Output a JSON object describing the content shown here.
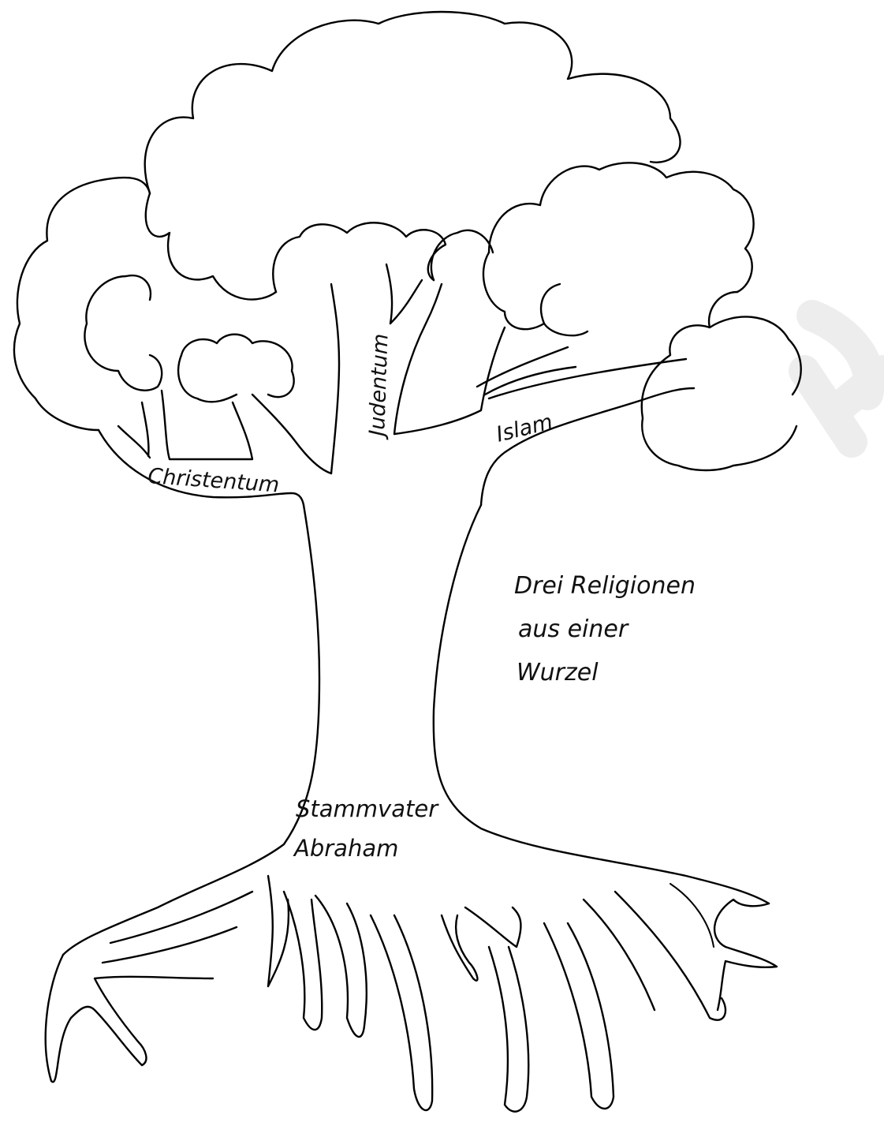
{
  "drawing": {
    "style": "black ink line drawing on white",
    "ink_color": "#000000",
    "background_color": "#ffffff"
  },
  "labels": {
    "christentum": "Christentum",
    "judentum": "Judentum",
    "islam": "Islam",
    "root_line1": "Stammvater",
    "root_line2": "Abraham",
    "caption_line1": "Drei Religionen",
    "caption_line2": "aus einer",
    "caption_line3": "Wurzel"
  }
}
